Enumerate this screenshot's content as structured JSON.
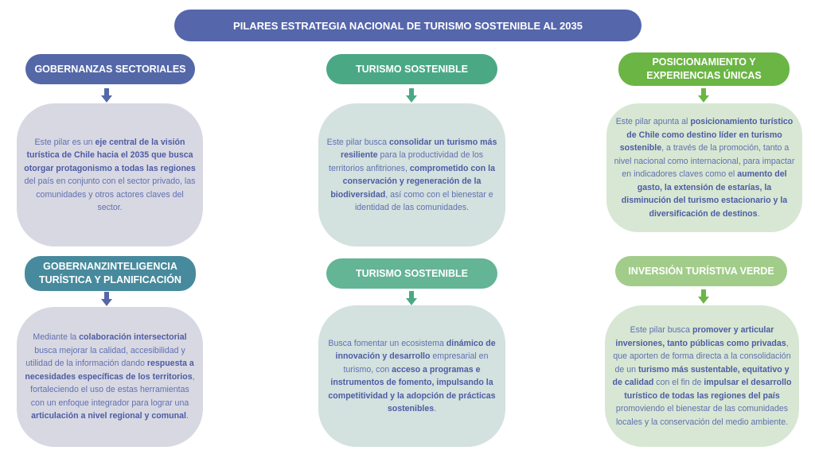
{
  "title": "PILARES ESTRATEGIA NACIONAL DE TURISMO SOSTENIBLE AL 2035",
  "colors": {
    "title": "#5566ab",
    "blue": "#5468a8",
    "teal_blue": "#478a9d",
    "teal": "#4aa984",
    "teal_light": "#64b496",
    "green": "#6bb544",
    "green_light": "#a2cc8a"
  },
  "pillars": [
    {
      "header": "GOBERNANZAS SECTORIALES",
      "body": [
        [
          "Este pilar es un ",
          false
        ],
        [
          "eje central de la visión turística de Chile hacia el 2035 que busca otorgar protagonismo a todas las regiones",
          true
        ],
        [
          " del país en conjunto con el sector privado, las comunidades y otros actores claves del sector.",
          false
        ]
      ]
    },
    {
      "header": "TURISMO SOSTENIBLE",
      "body": [
        [
          "Este pilar busca ",
          false
        ],
        [
          "consolidar un turismo más resiliente",
          true
        ],
        [
          " para la productividad de los territorios anfitriones, ",
          false
        ],
        [
          "comprometido con la conservación y regeneración de la biodiversidad",
          true
        ],
        [
          ", así como con el bienestar e identidad de las comunidades.",
          false
        ]
      ]
    },
    {
      "header": "POSICIONAMIENTO Y EXPERIENCIAS ÚNICAS",
      "body": [
        [
          "Este pilar apunta al ",
          false
        ],
        [
          "posicionamiento turístico de Chile como destino líder en turismo sostenible",
          true
        ],
        [
          ", a través de la promoción, tanto a nivel nacional como internacional, para impactar en indicadores claves como el ",
          false
        ],
        [
          "aumento del gasto, la extensión de estarías, la disminución del turismo estacionario y la diversificación de destinos",
          true
        ],
        [
          ".",
          false
        ]
      ]
    },
    {
      "header": "GOBERNANZINTELIGENCIA TURÍSTICA Y PLANIFICACIÓN",
      "body": [
        [
          "Mediante la ",
          false
        ],
        [
          "colaboración intersectorial",
          true
        ],
        [
          " busca mejorar la calidad, accesibilidad y utilidad de la información dando ",
          false
        ],
        [
          "respuesta a necesidades específicas de los territorios",
          true
        ],
        [
          ", fortaleciendo el uso de estas herramientas con un enfoque integrador para lograr una ",
          false
        ],
        [
          "articulación a nivel regional y comunal",
          true
        ],
        [
          ".",
          false
        ]
      ]
    },
    {
      "header": "TURISMO SOSTENIBLE",
      "body": [
        [
          "Busca fomentar un ecosistema ",
          false
        ],
        [
          "dinámico de innovación y desarrollo",
          true
        ],
        [
          " empresarial en turismo, con ",
          false
        ],
        [
          "acceso a programas e instrumentos de fomento, impulsando la competitividad y la adopción de prácticas sostenibles",
          true
        ],
        [
          ".",
          false
        ]
      ]
    },
    {
      "header": "INVERSIÓN TURÍSTIVA VERDE",
      "body": [
        [
          "Este pilar busca ",
          false
        ],
        [
          "promover y articular inversiones, tanto públicas como privadas",
          true
        ],
        [
          ", que aporten de forma directa a la consolidación de un ",
          false
        ],
        [
          "turismo más sustentable, equitativo y de calidad",
          true
        ],
        [
          " con el fin de ",
          false
        ],
        [
          "impulsar el desarrollo turístico de todas las regiones del país",
          true
        ],
        [
          " promoviendo el bienestar de las comunidades locales y la conservación del medio ambiente.",
          false
        ]
      ]
    }
  ]
}
